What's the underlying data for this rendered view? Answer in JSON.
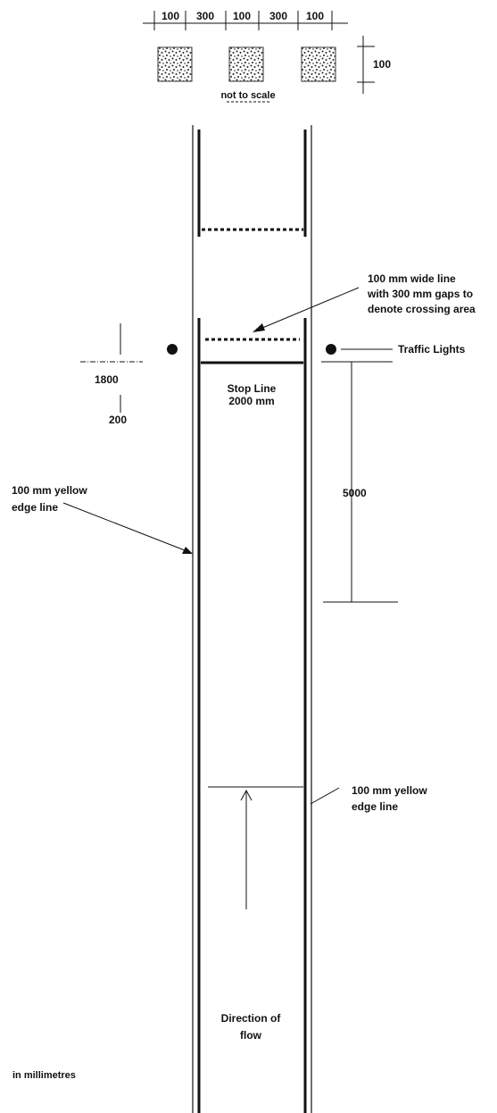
{
  "spacing": {
    "labels": [
      "100",
      "300",
      "100",
      "300",
      "100"
    ],
    "height_label": "100",
    "scale_note": "not to scale"
  },
  "crossing_note": {
    "lines": [
      "100 mm wide line",
      "with 300 mm gaps to",
      "denote crossing area"
    ]
  },
  "traffic_lights": "Traffic Lights",
  "left_dims": {
    "upper": "1800",
    "lower": "200"
  },
  "stop_line": {
    "line1": "Stop Line",
    "line2": "2000 mm"
  },
  "right_dim": "5000",
  "edge_line_left": {
    "line1": "100 mm yellow",
    "line2": "edge line"
  },
  "edge_line_right": {
    "line1": "100 mm yellow",
    "line2": "edge line"
  },
  "flow": {
    "line1": "Direction of",
    "line2": "flow"
  },
  "units_note": "in millimetres"
}
